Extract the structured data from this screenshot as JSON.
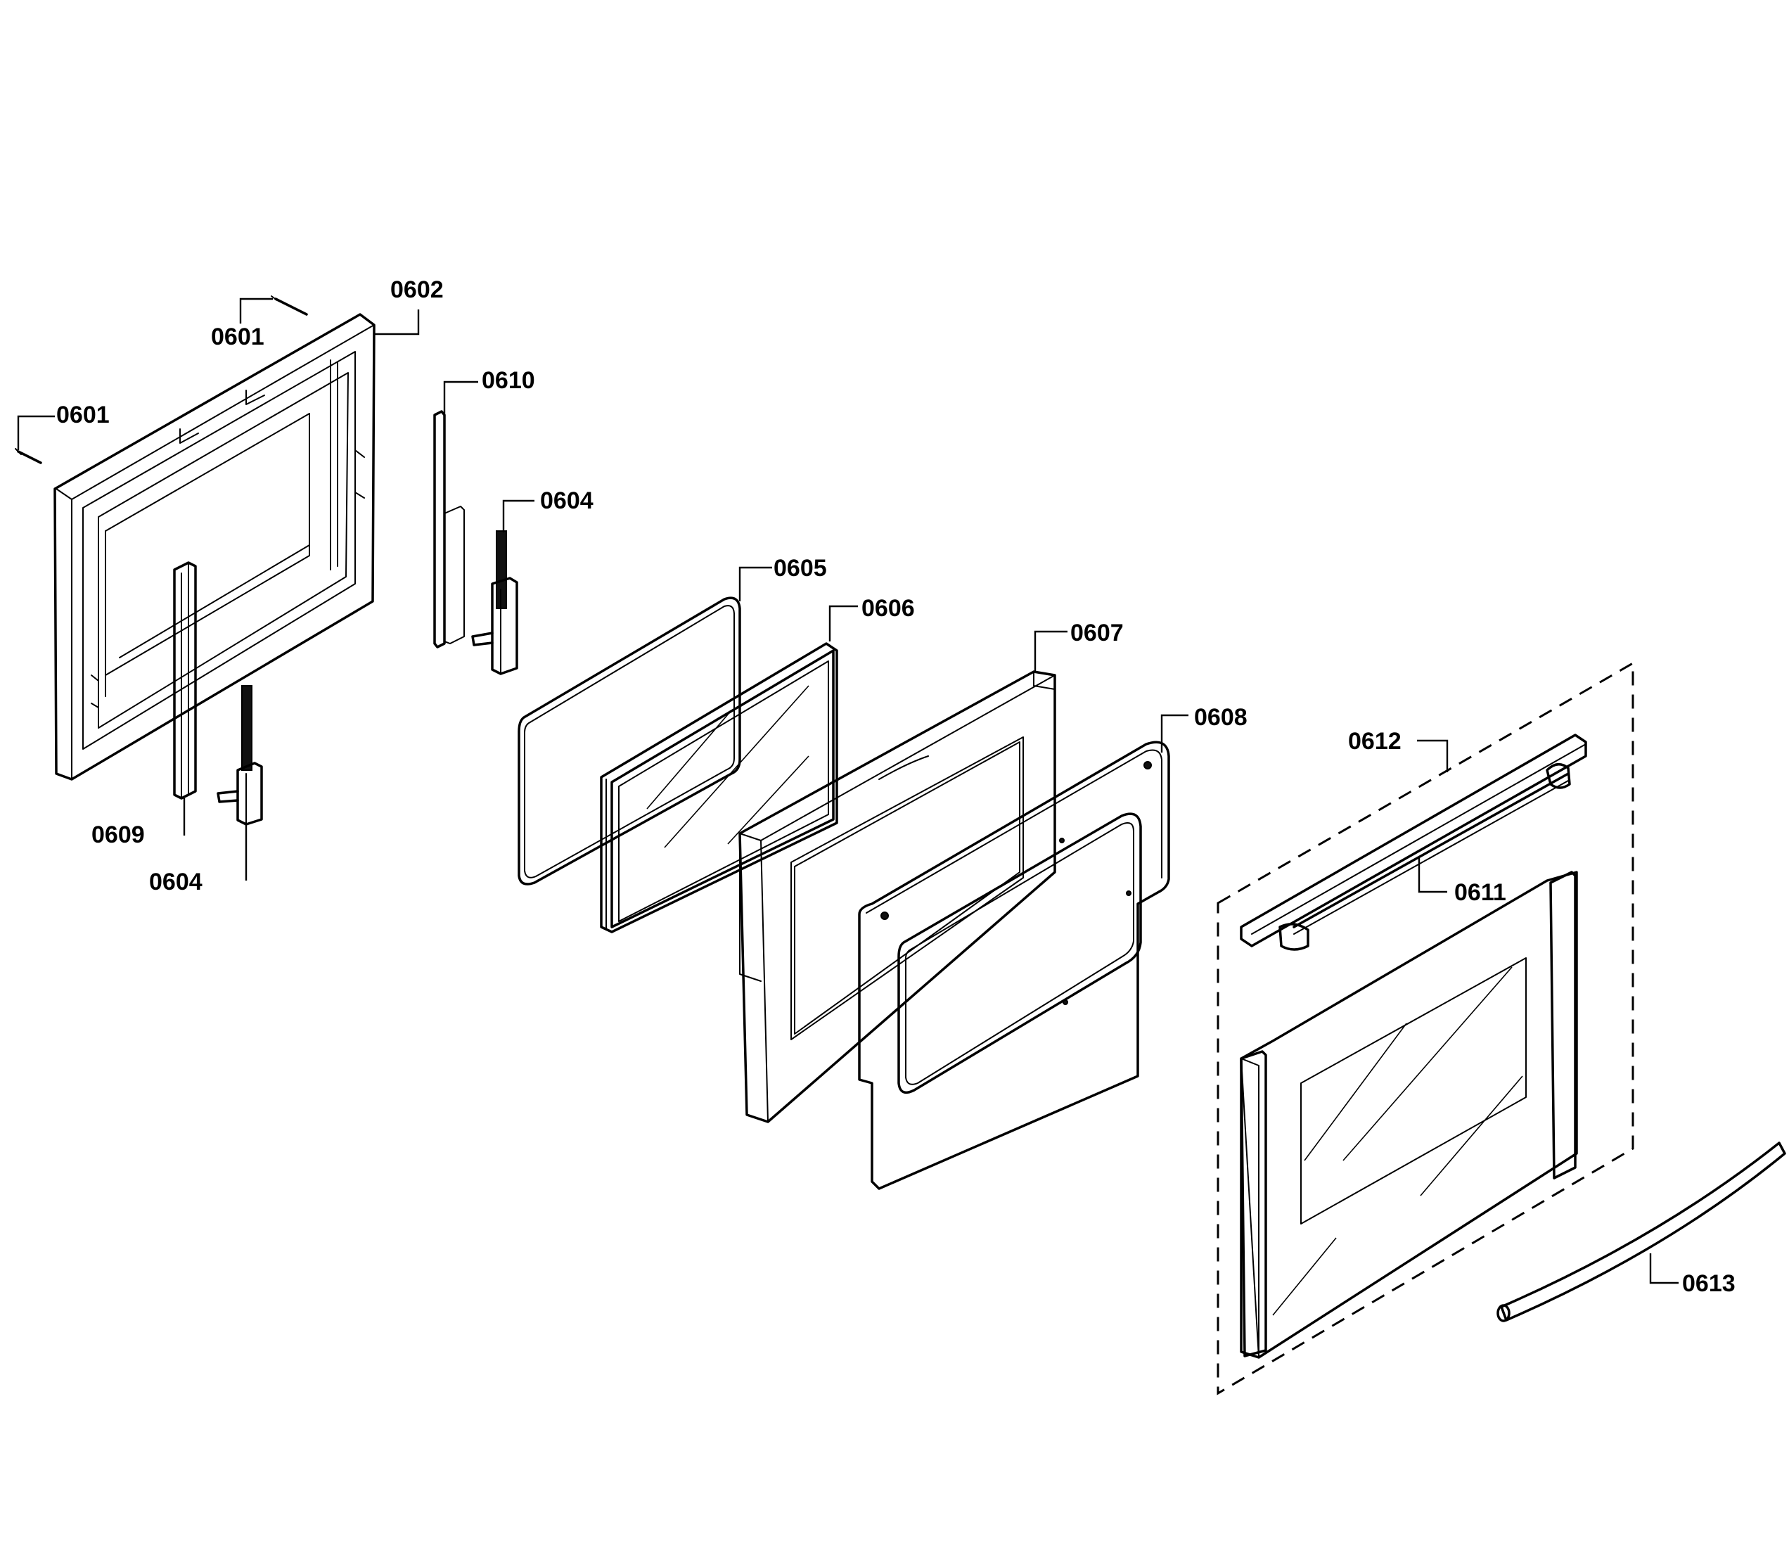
{
  "callouts": {
    "c0601a": "0601",
    "c0601b": "0601",
    "c0602": "0602",
    "c0604a": "0604",
    "c0604b": "0604",
    "c0605": "0605",
    "c0606": "0606",
    "c0607": "0607",
    "c0608": "0608",
    "c0609": "0609",
    "c0610": "0610",
    "c0611": "0611",
    "c0612": "0612",
    "c0613": "0613"
  }
}
